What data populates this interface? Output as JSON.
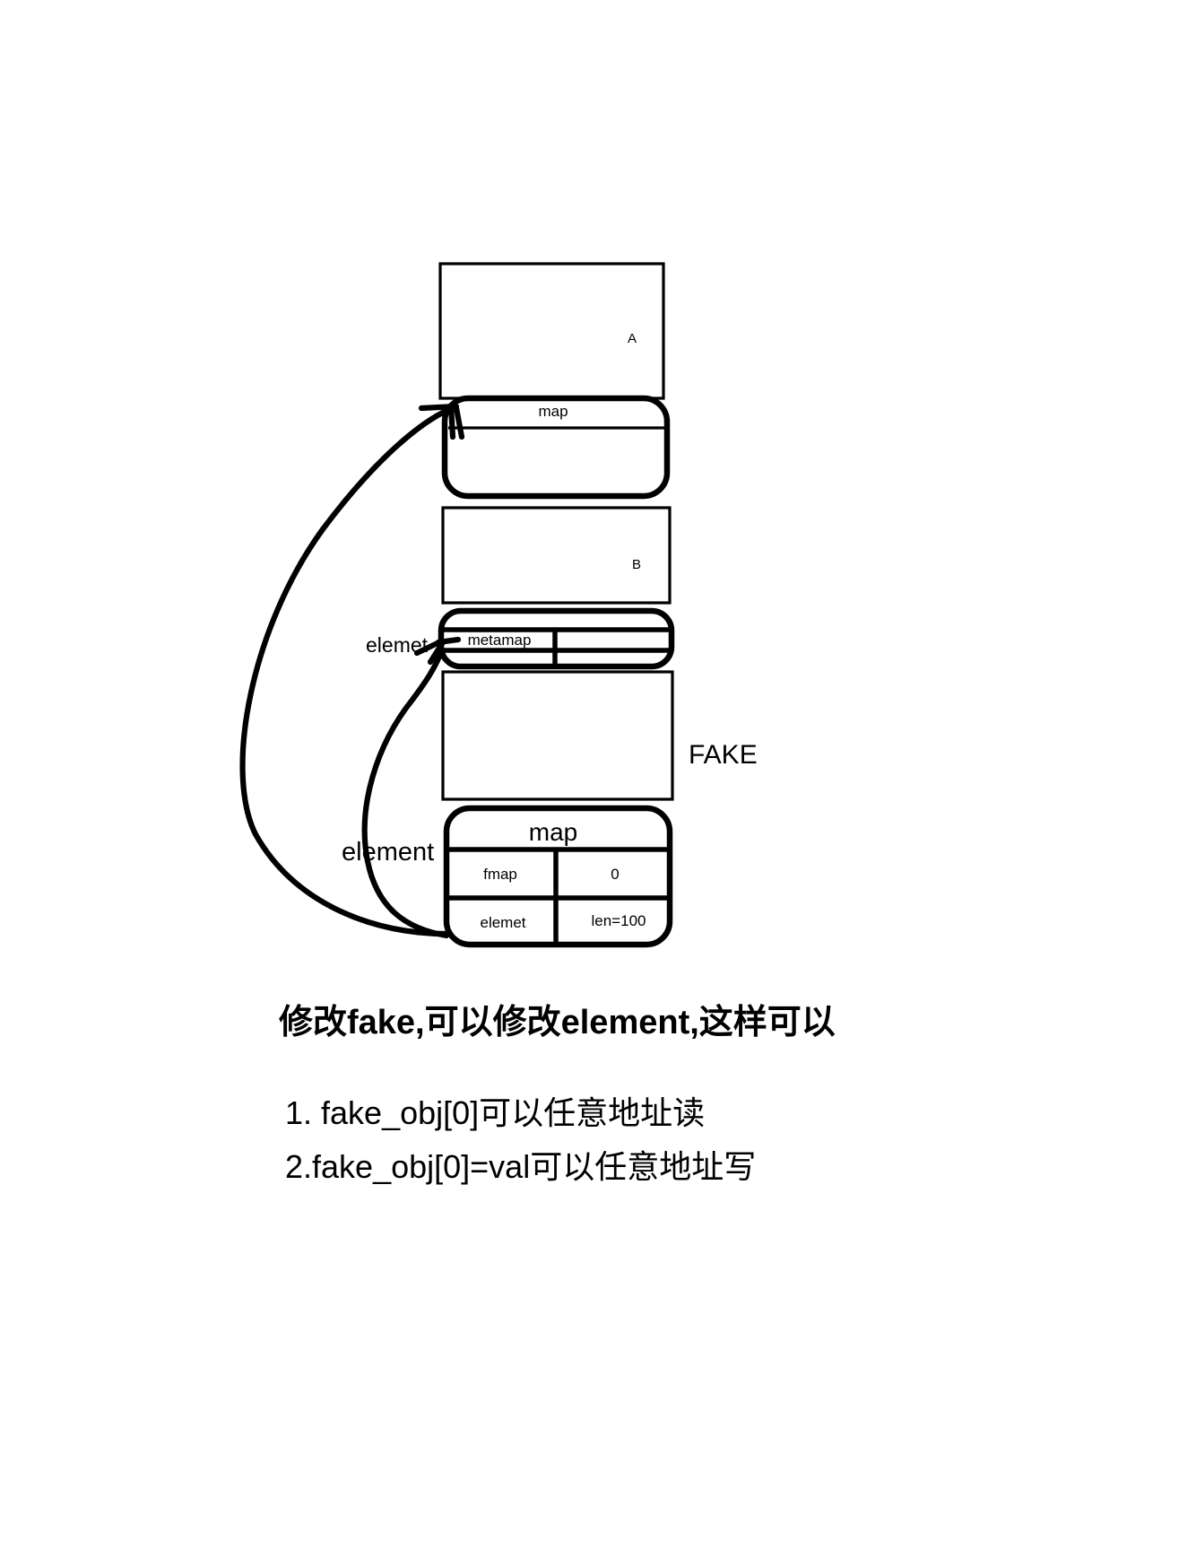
{
  "diagram": {
    "title_hidden": "",
    "boxes": {
      "a_box": {
        "label": "A"
      },
      "map_box_top": {
        "header": "map"
      },
      "b_box": {
        "label": "B"
      },
      "metamap_box": {
        "cell_0_0": "metamap",
        "cell_0_1": "",
        "cell_1_0": "",
        "cell_1_1": ""
      },
      "fake_box": {
        "label": "FAKE"
      },
      "map_box_bottom": {
        "header": "map",
        "cells": [
          [
            "fmap",
            "0"
          ],
          [
            "elemet",
            "len=100"
          ]
        ]
      }
    },
    "annotations": {
      "elemet_label": "elemet",
      "element_label": "element"
    }
  },
  "notes": {
    "heading": "修改fake,可以修改element,这样可以",
    "items": [
      "1. fake_obj[0]可以任意地址读",
      "2.fake_obj[0]=val可以任意地址写"
    ]
  }
}
